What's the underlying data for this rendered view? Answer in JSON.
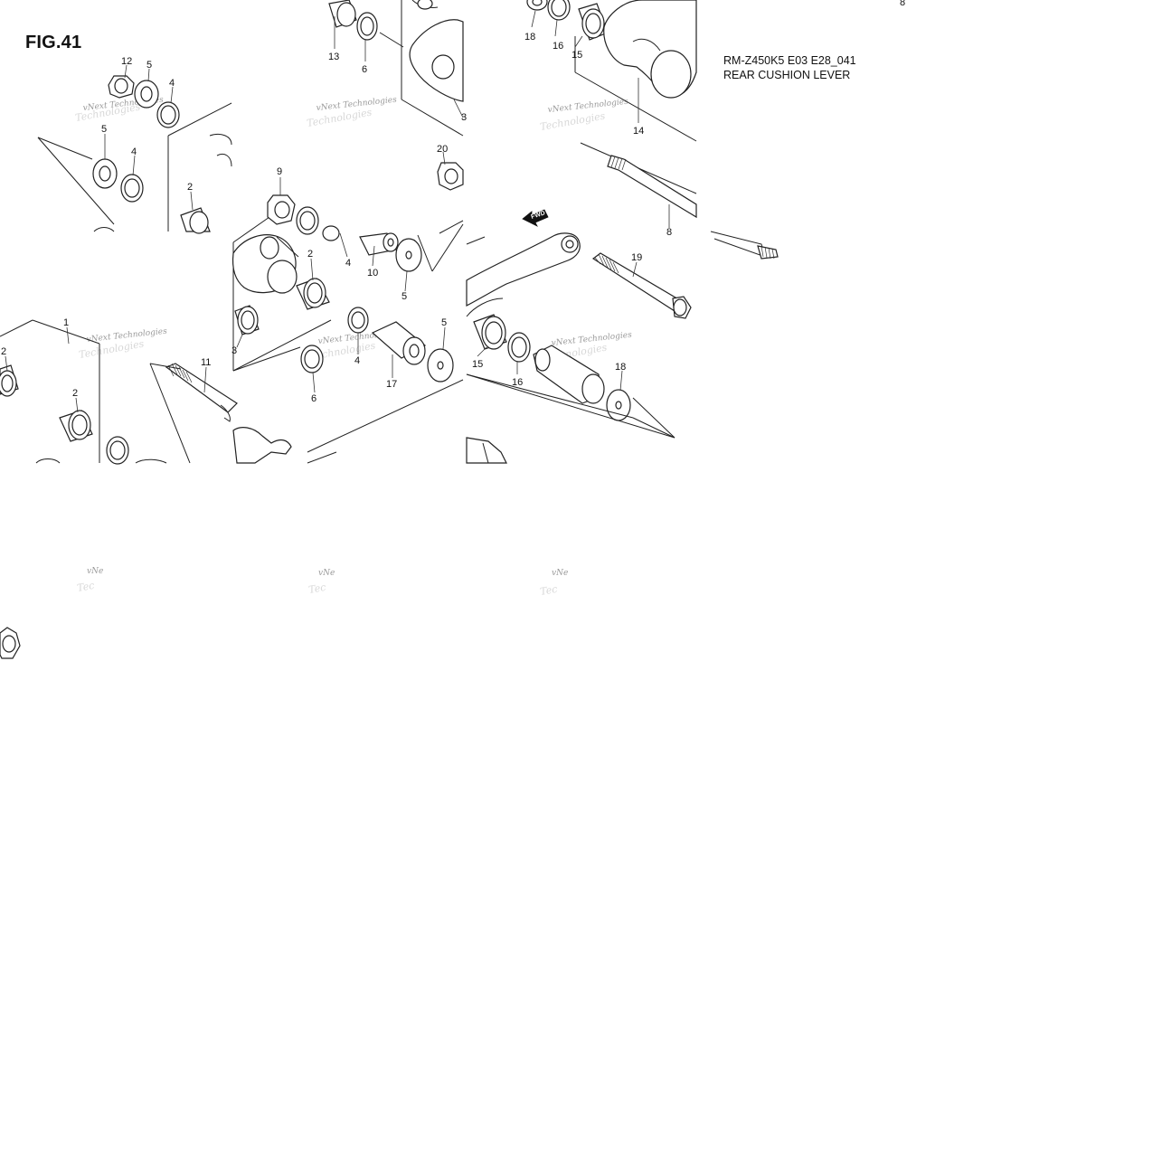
{
  "figure": {
    "title": "FIG.41",
    "model_code": "RM-Z450K5 E03 E28_041",
    "name": "REAR CUSHION LEVER",
    "direction_label": "FWD"
  },
  "watermark": {
    "line1": "vNext Technologies",
    "line2": "Technologies",
    "partial1": "vNe",
    "partial2": "Tec"
  },
  "callouts": [
    {
      "id": "c-12a",
      "text": "12"
    },
    {
      "id": "c-5a",
      "text": "5"
    },
    {
      "id": "c-4a",
      "text": "4"
    },
    {
      "id": "c-5b",
      "text": "5"
    },
    {
      "id": "c-4b",
      "text": "4"
    },
    {
      "id": "c-2a",
      "text": "2"
    },
    {
      "id": "c-13",
      "text": "13"
    },
    {
      "id": "c-6a",
      "text": "6"
    },
    {
      "id": "c-3a",
      "text": "3"
    },
    {
      "id": "c-20",
      "text": "20"
    },
    {
      "id": "c-18a",
      "text": "18"
    },
    {
      "id": "c-16a",
      "text": "16"
    },
    {
      "id": "c-15a",
      "text": "15"
    },
    {
      "id": "c-14",
      "text": "14"
    },
    {
      "id": "c-8",
      "text": "8"
    },
    {
      "id": "c-8b",
      "text": "8"
    },
    {
      "id": "c-9",
      "text": "9"
    },
    {
      "id": "c-2b",
      "text": "2"
    },
    {
      "id": "c-4c",
      "text": "4"
    },
    {
      "id": "c-10",
      "text": "10"
    },
    {
      "id": "c-5c",
      "text": "5"
    },
    {
      "id": "c-19",
      "text": "19"
    },
    {
      "id": "c-1",
      "text": "1"
    },
    {
      "id": "c-2c",
      "text": "2"
    },
    {
      "id": "c-2d",
      "text": "2"
    },
    {
      "id": "c-11",
      "text": "11"
    },
    {
      "id": "c-3b",
      "text": "3"
    },
    {
      "id": "c-4d",
      "text": "4"
    },
    {
      "id": "c-6b",
      "text": "6"
    },
    {
      "id": "c-17",
      "text": "17"
    },
    {
      "id": "c-5d",
      "text": "5"
    },
    {
      "id": "c-15b",
      "text": "15"
    },
    {
      "id": "c-16b",
      "text": "16"
    },
    {
      "id": "c-18b",
      "text": "18"
    }
  ]
}
